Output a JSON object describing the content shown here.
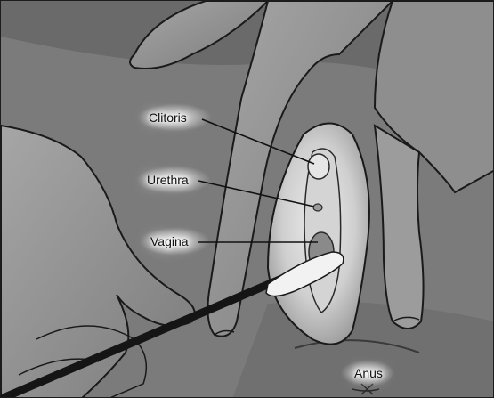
{
  "labels": {
    "clitoris": "Clitoris",
    "urethra": "Urethra",
    "vagina": "Vagina",
    "anus": "Anus"
  },
  "colors": {
    "background": "#7a7a7a",
    "skin_shadow": "#5e5e5e",
    "skin_mid": "#8c8c8c",
    "skin_light": "#b8b8b8",
    "vulva_light": "#dcdcdc",
    "swab_head": "#f2f2f2",
    "swab_stick": "#151515",
    "outline": "#1a1a1a",
    "label_glow": "#ffffff"
  }
}
